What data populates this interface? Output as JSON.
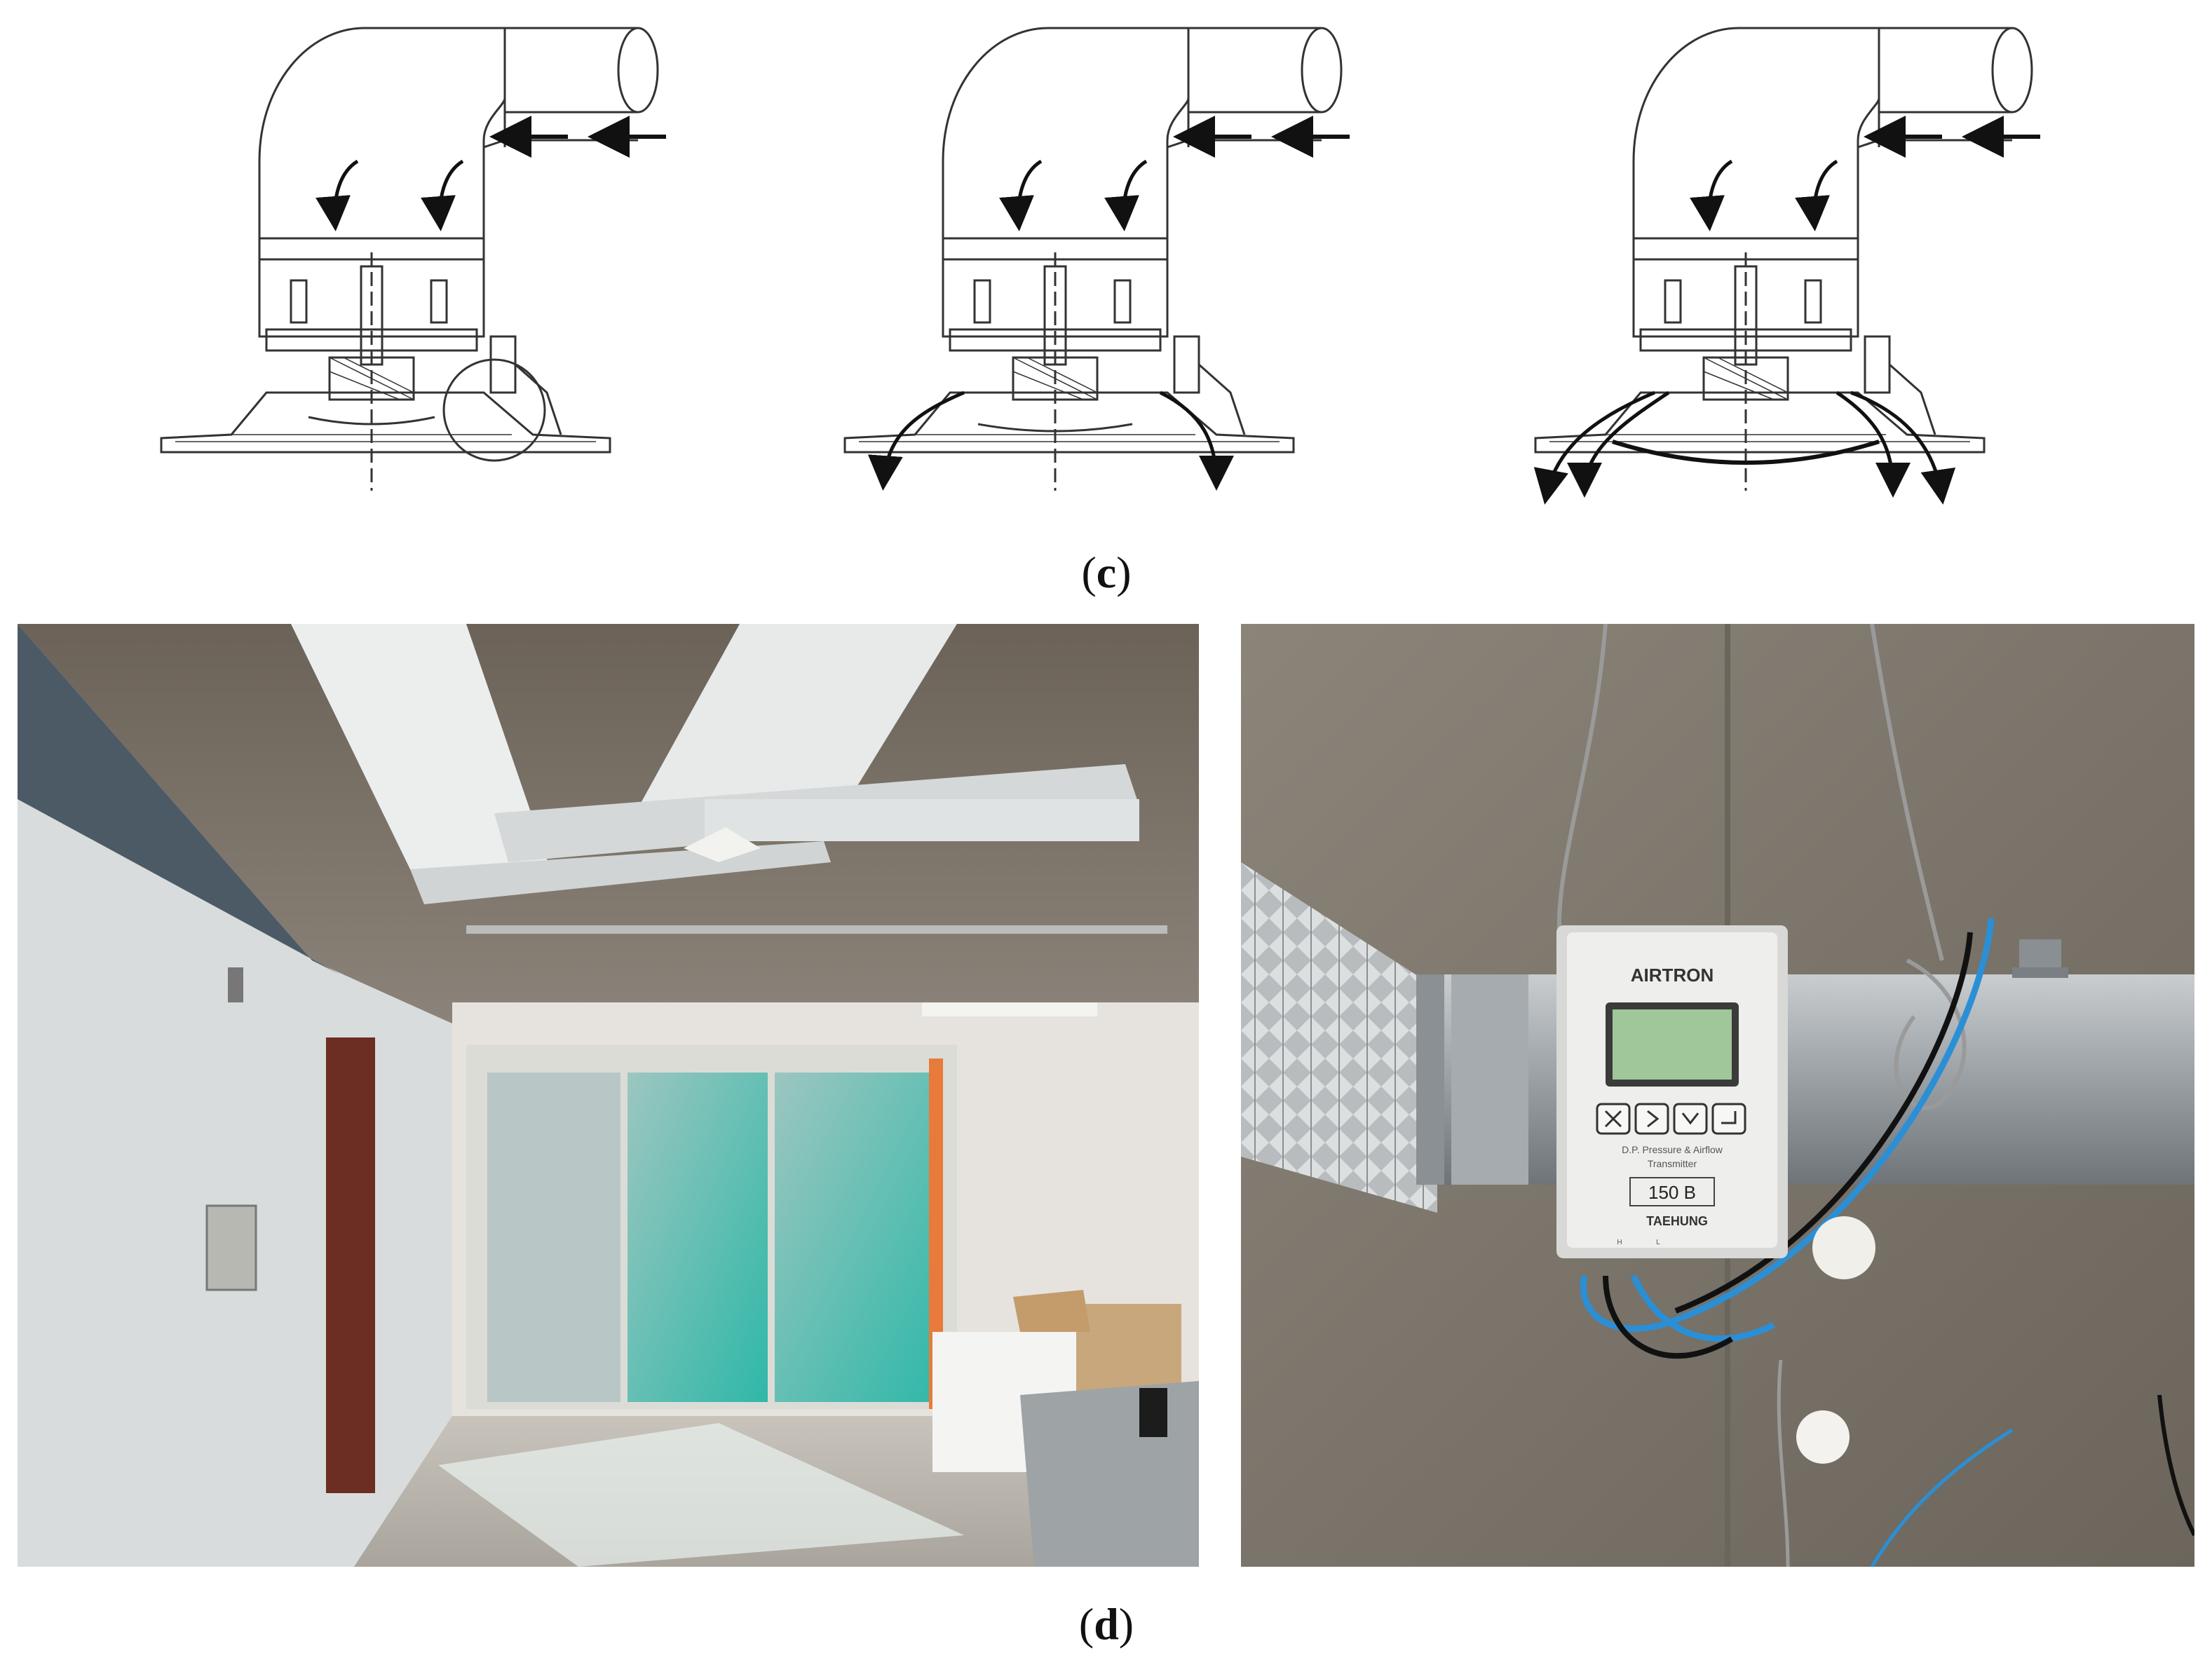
{
  "figure": {
    "caption_c": "c",
    "caption_d": "d",
    "diagrams": [
      {
        "name": "diffuser-closed",
        "state": "closed"
      },
      {
        "name": "diffuser-half-open",
        "state": "half-open"
      },
      {
        "name": "diffuser-open",
        "state": "open"
      }
    ],
    "device": {
      "brand": "AIRTRON",
      "subtitle_1": "D.P. Pressure & Airflow",
      "subtitle_2": "Transmitter",
      "model": "150 B",
      "maker": "TAEHUNG",
      "port_h": "H",
      "port_l": "L"
    }
  }
}
